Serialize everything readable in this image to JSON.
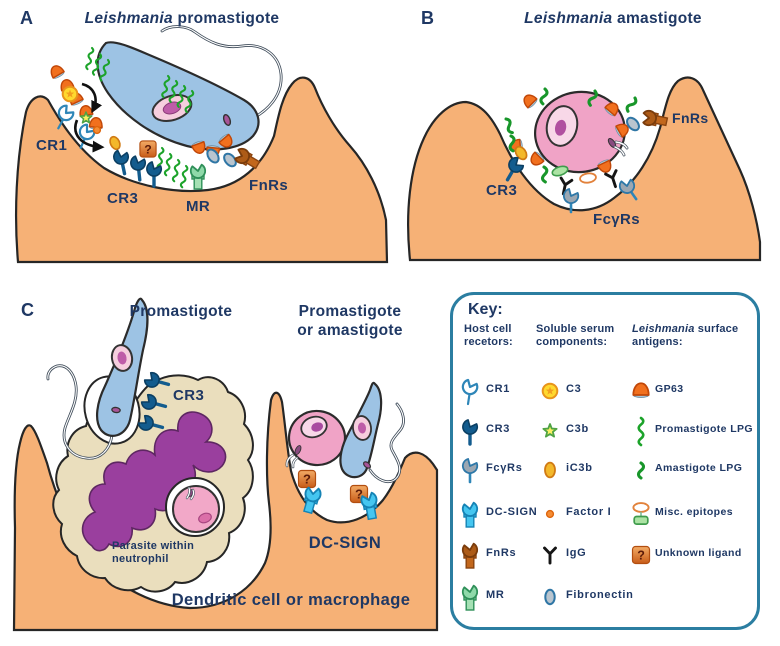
{
  "figure": {
    "panel_a": {
      "letter": "A",
      "title_italic": "Leishmania",
      "title_rest": " promastigote",
      "label_cr1": "CR1",
      "label_cr3": "CR3",
      "label_mr": "MR",
      "label_fnrs": "FnRs"
    },
    "panel_b": {
      "letter": "B",
      "title_italic": "Leishmania",
      "title_rest": " amastigote",
      "label_cr3": "CR3",
      "label_fcgrs": "FcγRs",
      "label_fnrs": "FnRs"
    },
    "panel_c": {
      "letter": "C",
      "label_promastigote": "Promastigote",
      "label_pro_or_ama_1": "Promastigote",
      "label_pro_or_ama_2": "or amastigote",
      "label_cr3": "CR3",
      "label_parasite_1": "Parasite within",
      "label_parasite_2": "neutrophil",
      "label_dcsign": "DC-SIGN",
      "label_cell": "Dendritic cell or macrophage"
    }
  },
  "key": {
    "title": "Key:",
    "columns": [
      {
        "header_line1": "Host cell",
        "header_line2": "recetors:",
        "items": [
          "CR1",
          "CR3",
          "FcγRs",
          "DC-SIGN",
          "FnRs",
          "MR"
        ]
      },
      {
        "header_line1": "Soluble serum",
        "header_line2": "components:",
        "items": [
          "C3",
          "C3b",
          "iC3b",
          "Factor I",
          "IgG",
          "Fibronectin"
        ]
      },
      {
        "header_italic": "Leishmania",
        "header_line1_rest": " surface",
        "header_line2": "antigens:",
        "items": [
          "GP63",
          "Promastigote LPG",
          "Amastigote LPG",
          "Misc. epitopes",
          "Unknown ligand"
        ]
      }
    ]
  },
  "glyphs": {
    "question_mark": "?"
  },
  "colors": {
    "text_navy": "#1F3864",
    "macrophage_orange": "#F6B176",
    "promastigote_blue": "#9DC3E4",
    "amastigote_pink": "#F0A3C6",
    "neutrophil_beige": "#EADEBD",
    "nucleus_purple": "#9A3F9E",
    "key_border_teal": "#2B7EA1",
    "lpg_green": "#1CA32A",
    "gp63_orange": "#F1701E",
    "cr3_blue": "#135C8E",
    "dcsign_cyan": "#45C6F0"
  }
}
